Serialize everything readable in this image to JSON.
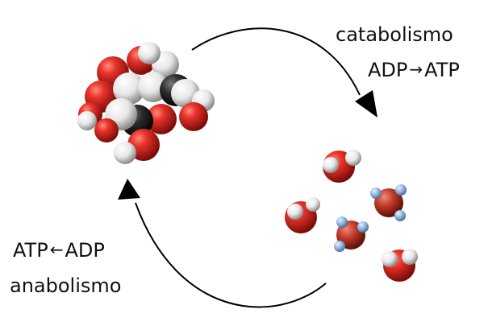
{
  "catabolism": {
    "label": "catabolismo",
    "reactant": "ADP",
    "product": "ATP",
    "arrow": "→"
  },
  "anabolism": {
    "label": "anabolismo",
    "reactant": "ATP",
    "product": "ADP",
    "arrow": "←"
  },
  "colors": {
    "oxygen": "#d9231f",
    "carbon": "#2a2a2a",
    "hydrogen_glucose": "#f0f0f0",
    "hydrogen_water": "#f2f2f2",
    "nitrogen_like": "#c0392b",
    "small_atom": "#8fb4de",
    "arrow": "#000000"
  },
  "molecules": {
    "glucose": "glucose-space-filling-model",
    "small": "small-molecules-cluster"
  }
}
